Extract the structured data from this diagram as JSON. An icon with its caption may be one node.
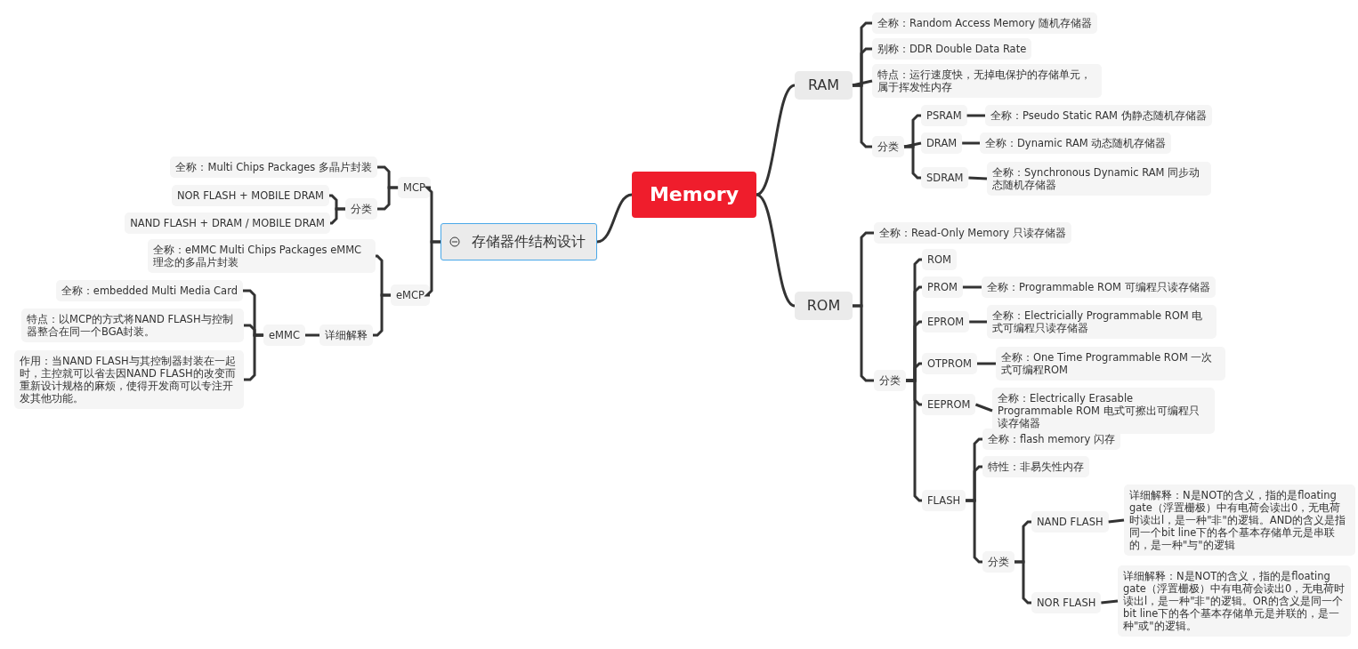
{
  "diagram": {
    "nodes": [
      {
        "text": [
          "Memory"
        ]
      },
      {
        "text": [
          "RAM"
        ]
      },
      {
        "text": [
          "全称：Random Access Memory 随机存储器"
        ]
      },
      {
        "text": [
          "别称：DDR Double Data Rate"
        ]
      },
      {
        "text": [
          "特点：运行速度快，无掉电保护的存储单元，属于挥发性内存"
        ]
      },
      {
        "text": [
          "分类"
        ]
      },
      {
        "text": [
          "PSRAM"
        ]
      },
      {
        "text": [
          "全称：Pseudo Static RAM 伪静态随机存储器"
        ]
      },
      {
        "text": [
          "DRAM"
        ]
      },
      {
        "text": [
          "全称：Dynamic RAM 动态随机存储器"
        ]
      },
      {
        "text": [
          "SDRAM"
        ]
      },
      {
        "text": [
          "全称：Synchronous Dynamic RAM 同步动态随机存储器"
        ]
      },
      {
        "text": [
          "ROM"
        ]
      },
      {
        "text": [
          "全称：Read-Only Memory 只读存储器"
        ]
      },
      {
        "text": [
          "分类"
        ]
      },
      {
        "text": [
          "ROM"
        ]
      },
      {
        "text": [
          "PROM"
        ]
      },
      {
        "text": [
          "全称：Programmable ROM 可编程只读存储器"
        ]
      },
      {
        "text": [
          "EPROM"
        ]
      },
      {
        "text": [
          "全称：Electricially Programmable ROM 电式可编程只读存储器"
        ]
      },
      {
        "text": [
          "OTPROM"
        ]
      },
      {
        "text": [
          "全称：One Time Programmable ROM 一次式可编程ROM"
        ]
      },
      {
        "text": [
          "EEPROM"
        ]
      },
      {
        "text": [
          "全称：Electrically Erasable Programmable ROM 电式可擦出可编程只读存储器"
        ]
      },
      {
        "text": [
          "FLASH"
        ]
      },
      {
        "text": [
          "全称：flash memory 闪存"
        ]
      },
      {
        "text": [
          "特性：非易失性内存"
        ]
      },
      {
        "text": [
          "分类"
        ]
      },
      {
        "text": [
          "NAND FLASH"
        ]
      },
      {
        "text": [
          "详细解释：N是NOT的含义，指的是floating gate（浮置栅极）中有电荷会读出0，无电荷时读出l，是一种\"非\"的逻辑。AND的含义是指同一个bit line下的各个基本存储单元是串联的，是一种\"与\"的逻辑"
        ]
      },
      {
        "text": [
          "NOR FLASH"
        ]
      },
      {
        "text": [
          "详细解释：N是NOT的含义，指的是floating gate（浮置栅极）中有电荷会读出0，无电荷时读出l，是一种\"非\"的逻辑。OR的含义是同一个bit line下的各个基本存储单元是并联的，是一种\"或\"的逻辑。"
        ]
      },
      {
        "text": [
          "存储器件结构设计"
        ]
      },
      {
        "text": [
          "MCP"
        ]
      },
      {
        "text": [
          "全称：Multi Chips Packages 多晶片封装"
        ]
      },
      {
        "text": [
          "分类"
        ]
      },
      {
        "text": [
          "NOR FLASH + MOBILE DRAM"
        ]
      },
      {
        "text": [
          "NAND FLASH + DRAM / MOBILE DRAM"
        ]
      },
      {
        "text": [
          "eMCP"
        ]
      },
      {
        "text": [
          "全称：eMMC Multi Chips Packages eMMC理念的多晶片封装"
        ]
      },
      {
        "text": [
          "详细解释"
        ]
      },
      {
        "text": [
          "eMMC"
        ]
      },
      {
        "text": [
          "全称：embedded Multi Media Card"
        ]
      },
      {
        "text": [
          "特点：以MCP的方式将NAND FLASH与控制器整合在同一个BGA封装。"
        ]
      },
      {
        "text": [
          "作用：当NAND FLASH与其控制器封装在一起时，主控就可以省去因NAND FLASH的改变而重新设计规格的麻烦，使得开发商可以专注开发其他功能。"
        ]
      }
    ],
    "edges": [
      {
        "from": 0,
        "to": 1,
        "arrow": "none"
      },
      {
        "from": 1,
        "to": 2,
        "arrow": "none"
      },
      {
        "from": 1,
        "to": 3,
        "arrow": "none"
      },
      {
        "from": 1,
        "to": 4,
        "arrow": "none"
      },
      {
        "from": 1,
        "to": 5,
        "arrow": "none"
      },
      {
        "from": 5,
        "to": 6,
        "arrow": "none"
      },
      {
        "from": 6,
        "to": 7,
        "arrow": "none"
      },
      {
        "from": 5,
        "to": 8,
        "arrow": "none"
      },
      {
        "from": 8,
        "to": 9,
        "arrow": "none"
      },
      {
        "from": 5,
        "to": 10,
        "arrow": "none"
      },
      {
        "from": 10,
        "to": 11,
        "arrow": "none"
      },
      {
        "from": 0,
        "to": 12,
        "arrow": "none"
      },
      {
        "from": 12,
        "to": 13,
        "arrow": "none"
      },
      {
        "from": 12,
        "to": 14,
        "arrow": "none"
      },
      {
        "from": 14,
        "to": 15,
        "arrow": "none"
      },
      {
        "from": 14,
        "to": 16,
        "arrow": "none"
      },
      {
        "from": 16,
        "to": 17,
        "arrow": "none"
      },
      {
        "from": 14,
        "to": 18,
        "arrow": "none"
      },
      {
        "from": 18,
        "to": 19,
        "arrow": "none"
      },
      {
        "from": 14,
        "to": 20,
        "arrow": "none"
      },
      {
        "from": 20,
        "to": 21,
        "arrow": "none"
      },
      {
        "from": 14,
        "to": 22,
        "arrow": "none"
      },
      {
        "from": 22,
        "to": 23,
        "arrow": "none"
      },
      {
        "from": 14,
        "to": 24,
        "arrow": "none"
      },
      {
        "from": 24,
        "to": 25,
        "arrow": "none"
      },
      {
        "from": 24,
        "to": 26,
        "arrow": "none"
      },
      {
        "from": 24,
        "to": 27,
        "arrow": "none"
      },
      {
        "from": 27,
        "to": 28,
        "arrow": "none"
      },
      {
        "from": 28,
        "to": 29,
        "arrow": "none"
      },
      {
        "from": 27,
        "to": 30,
        "arrow": "none"
      },
      {
        "from": 30,
        "to": 31,
        "arrow": "none"
      },
      {
        "from": 0,
        "to": 32,
        "arrow": "none"
      },
      {
        "from": 32,
        "to": 33,
        "arrow": "none"
      },
      {
        "from": 33,
        "to": 34,
        "arrow": "none"
      },
      {
        "from": 33,
        "to": 35,
        "arrow": "none"
      },
      {
        "from": 35,
        "to": 36,
        "arrow": "none"
      },
      {
        "from": 35,
        "to": 37,
        "arrow": "none"
      },
      {
        "from": 32,
        "to": 38,
        "arrow": "none"
      },
      {
        "from": 38,
        "to": 39,
        "arrow": "none"
      },
      {
        "from": 38,
        "to": 40,
        "arrow": "none"
      },
      {
        "from": 40,
        "to": 41,
        "arrow": "none"
      },
      {
        "from": 41,
        "to": 42,
        "arrow": "none"
      },
      {
        "from": 41,
        "to": 43,
        "arrow": "none"
      },
      {
        "from": 41,
        "to": 44,
        "arrow": "none"
      }
    ]
  }
}
